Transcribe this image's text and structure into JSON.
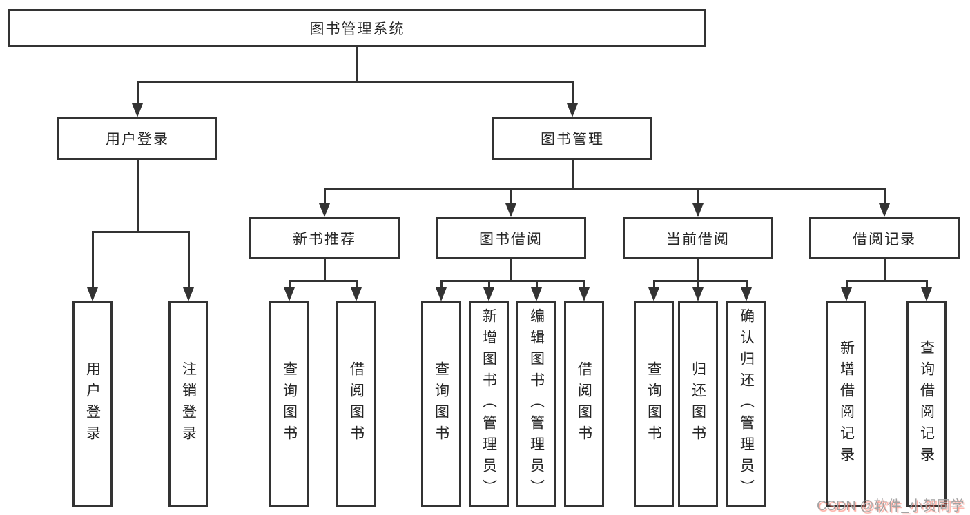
{
  "colors": {
    "line": "#333333",
    "text": "#262626",
    "background": "#ffffff",
    "watermark_text": "#a3a3a3",
    "watermark_shadow": "#fa5a46"
  },
  "watermark": {
    "text": "CSDN @软件_小贺同学"
  },
  "tree": {
    "label": "图书管理系统",
    "children": [
      {
        "label": "用户登录",
        "children": [
          {
            "label": "用户登录"
          },
          {
            "label": "注销登录"
          }
        ]
      },
      {
        "label": "图书管理",
        "children": [
          {
            "label": "新书推荐",
            "children": [
              {
                "label": "查询图书"
              },
              {
                "label": "借阅图书"
              }
            ]
          },
          {
            "label": "图书借阅",
            "children": [
              {
                "label": "查询图书"
              },
              {
                "label": "新增图书（管理员）"
              },
              {
                "label": "编辑图书（管理员）"
              },
              {
                "label": "借阅图书"
              }
            ]
          },
          {
            "label": "当前借阅",
            "children": [
              {
                "label": "查询图书"
              },
              {
                "label": "归还图书"
              },
              {
                "label": "确认归还（管理员）"
              }
            ]
          },
          {
            "label": "借阅记录",
            "children": [
              {
                "label": "新增借阅记录"
              },
              {
                "label": "查询借阅记录"
              }
            ]
          }
        ]
      }
    ]
  }
}
